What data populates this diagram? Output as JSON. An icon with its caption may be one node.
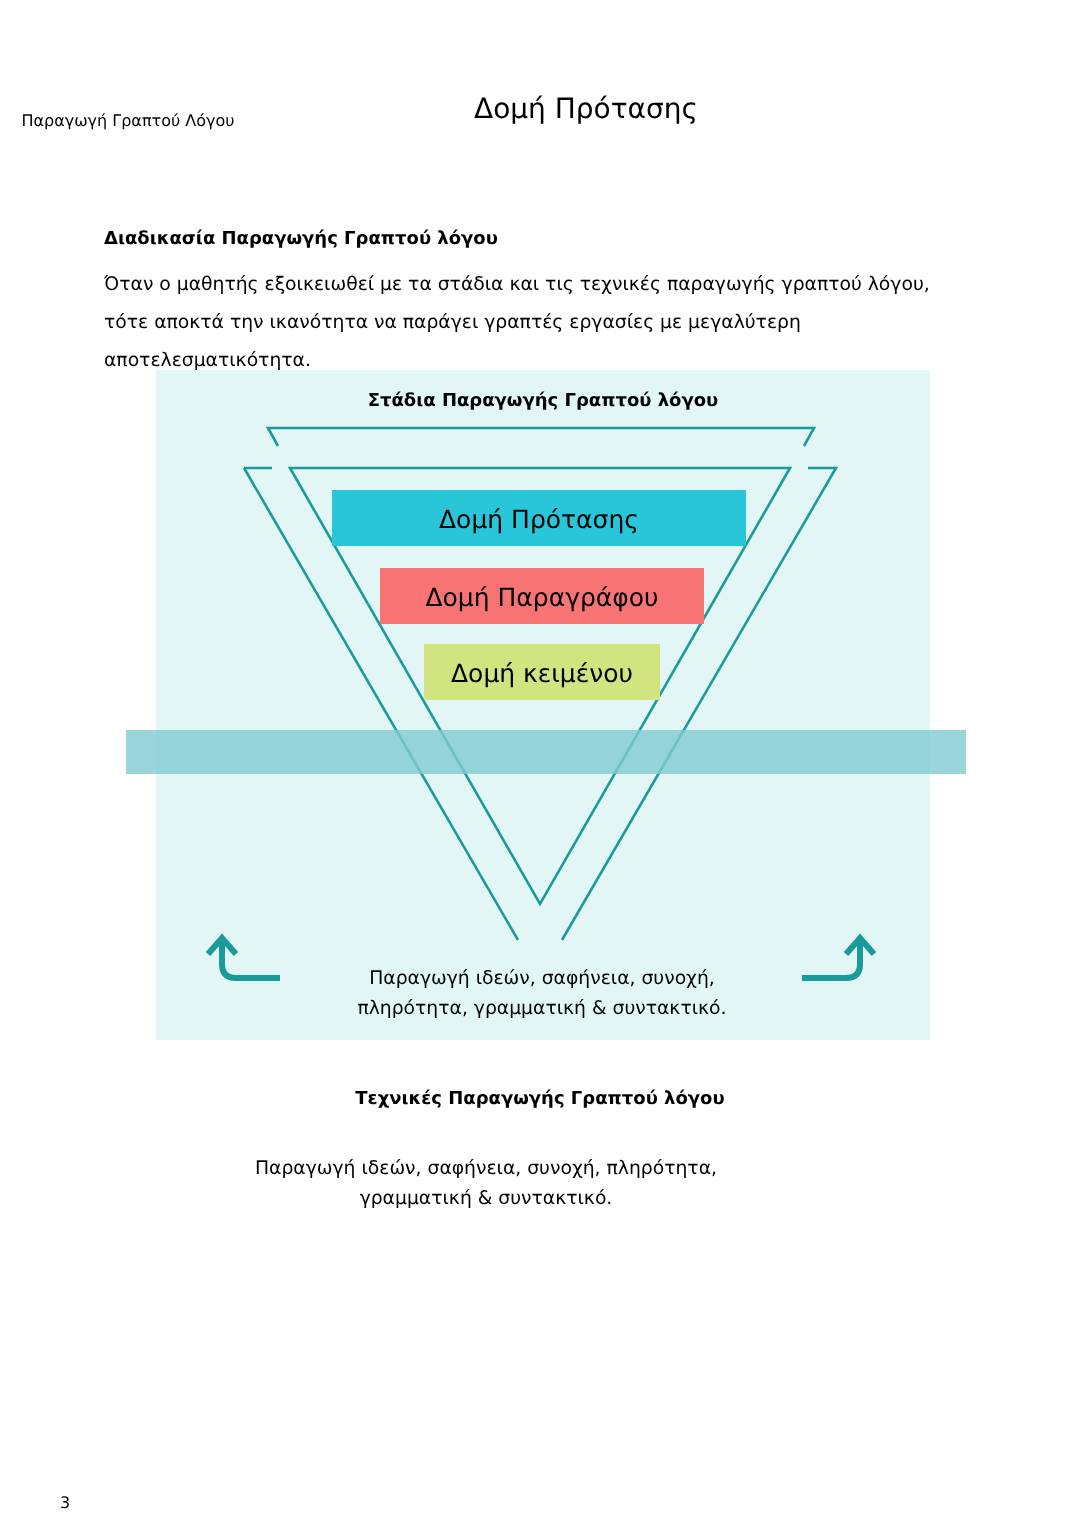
{
  "diagram": {
    "title": "Δομή Πρότασης",
    "nodes": [
      {
        "text": [
          "Στάδια Παραγωγής Γραπτού λόγου",
          "Παραγωγή ιδεών, σαφήνεια, συνοχή, πληρότητα, γραμματική & συντακτικό."
        ]
      },
      {
        "text": [
          "Δομή Πρότασης"
        ],
        "in": 0
      },
      {
        "text": [
          "Δομή Παραγράφου"
        ],
        "in": 0
      },
      {
        "text": [
          "Δομή κειμένου"
        ],
        "in": 0
      }
    ],
    "labels": [
      "Παραγωγή Γραπτού Λόγου",
      "Διαδικασία Παραγωγής Γραπτού λόγου",
      "Όταν ο μαθητής εξοικειωθεί με τα στάδια και τις τεχνικές παραγωγής γραπτού λόγου, τότε αποκτά την ικανότητα να παράγει γραπτές εργασίες με μεγαλύτερη αποτελεσματικότητα.",
      "Τεχνικές Παραγωγής Γραπτού λόγου",
      "Παραγωγή ιδεών, σαφήνεια, συνοχή, πληρότητα, γραμματική & συντακτικό.",
      "3"
    ]
  }
}
